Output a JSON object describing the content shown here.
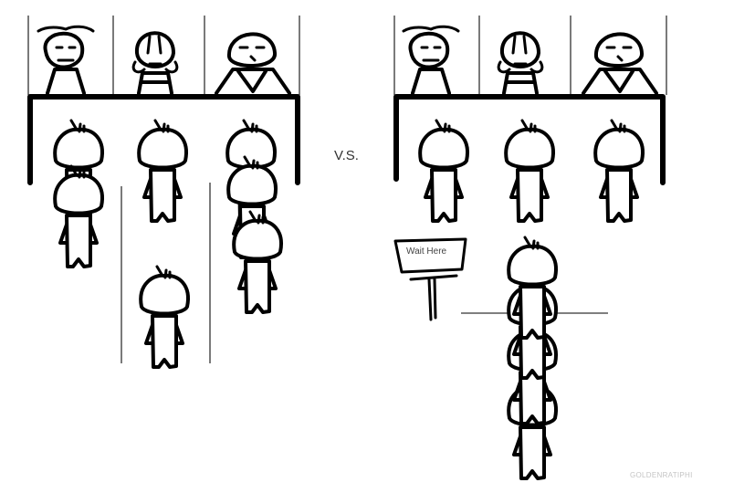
{
  "comic": {
    "vs_label": "V.S.",
    "sign_label": "Wait Here",
    "credit": "GOLDENRATIPHI",
    "left_panel": {
      "description": "Multiple queues: 3 tellers, one line per teller",
      "tellers": 3,
      "queue_lengths": [
        2,
        2,
        3
      ]
    },
    "right_panel": {
      "description": "Single queue: 3 tellers, one shared line behind a 'Wait Here' sign",
      "tellers": 3,
      "serving": 3,
      "waiting": 4
    }
  },
  "colors": {
    "ink": "#000000",
    "divider": "#333333",
    "credit": "#c4c4c4",
    "background": "#ffffff"
  }
}
